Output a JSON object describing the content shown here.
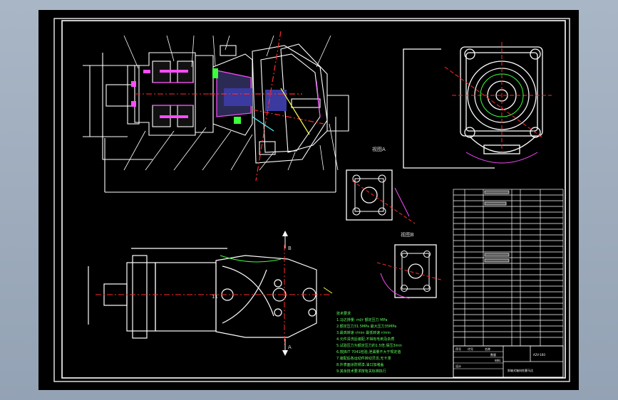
{
  "drawing": {
    "view_a_label": "视图A",
    "view_b_label": "视图B",
    "arrow_b": "B",
    "arrow_a": "A",
    "section_num": "11",
    "tech_req_title": "技术要求",
    "tech_notes": [
      "1.马达排量:  ml/r  额定压力  MPa",
      "2.额定压力31.5MPa  最大压力35MPa",
      "3.最高转速  r/min  最低转速  r/min",
      "4.元件清洗后装配,不得有毛刺及杂质",
      "5.试验压力为额定压力的1.5倍,保压3min",
      "6.按JB/T 7041检验,泄漏量不大于规定值",
      "7.装配后各运动件转动灵活,无卡滞",
      "8.外表面涂防锈漆,油口加堵盖",
      "9.其余技术要求按有关标准执行"
    ],
    "title_block": {
      "drawing_no": "A2V-160",
      "drawing_name": "斜轴式轴向柱塞马达",
      "designer_label": "设计",
      "header_cells": [
        "序号",
        "代号",
        "名称",
        "数量",
        "材料"
      ]
    },
    "colors": {
      "background": "#000000",
      "frame": "#ffffff",
      "red": "#ff2a2a",
      "green": "#3cff3c",
      "magenta": "#ff4cff",
      "yellow": "#ffff4c",
      "cyan": "#4cffff"
    }
  }
}
